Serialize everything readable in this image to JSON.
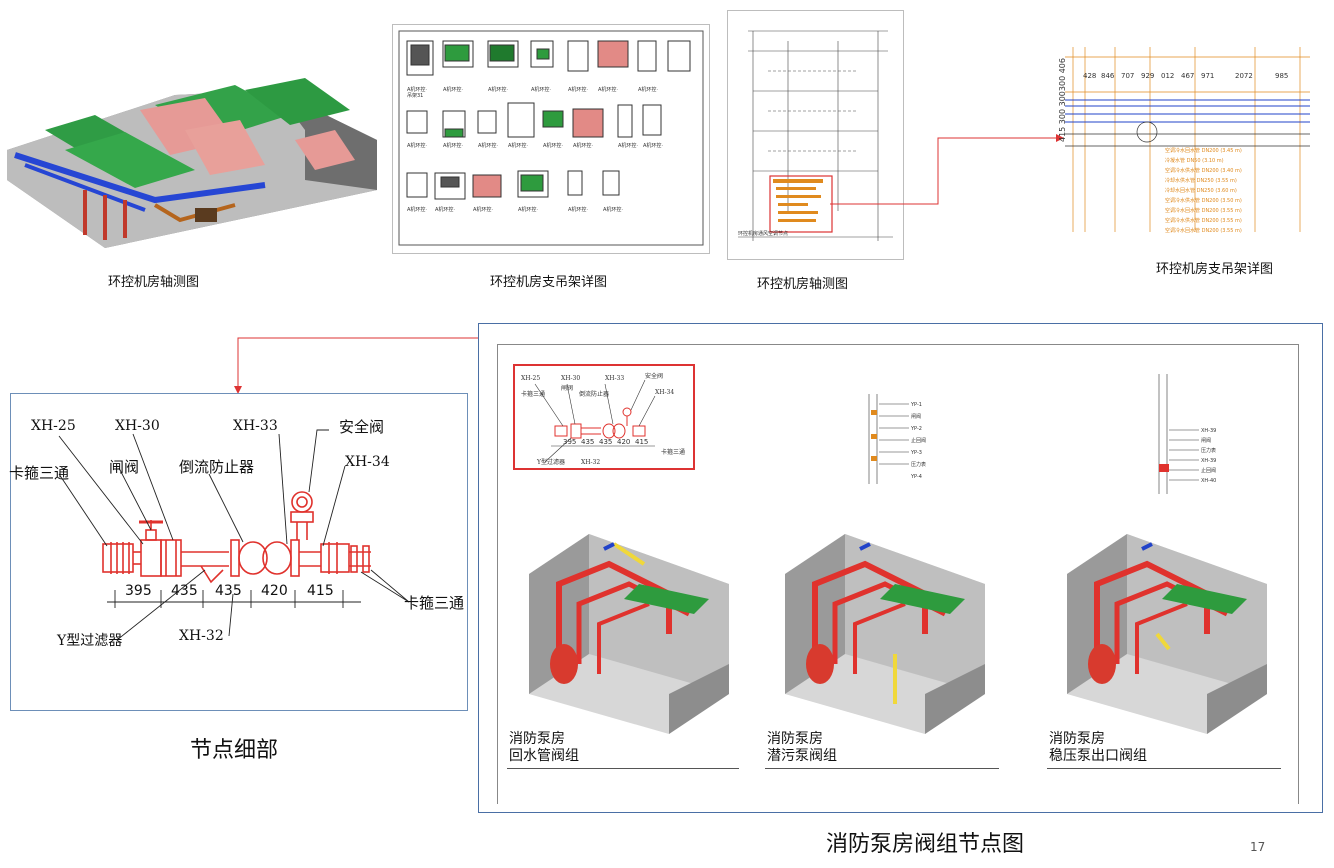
{
  "top_captions": [
    "环控机房轴测图",
    "环控机房支吊架详图",
    "环控机房轴测图",
    "环控机房支吊架详图"
  ],
  "detail": {
    "title": "节点细部",
    "labels": {
      "xh25": "XH-25",
      "xh30": "XH-30",
      "xh33": "XH-33",
      "safety_valve": "安全阀",
      "xh34": "XH-34",
      "clamp_tee_left": "卡箍三通",
      "gate_valve": "闸阀",
      "backflow": "倒流防止器",
      "clamp_tee_right": "卡箍三通",
      "y_filter": "Y型过滤器",
      "xh32": "XH-32"
    },
    "dimensions": [
      "395",
      "435",
      "435",
      "420",
      "415"
    ]
  },
  "pump_room": {
    "title": "消防泵房阀组节点图",
    "panels": [
      {
        "line1": "消防泵房",
        "line2": "回水管阀组"
      },
      {
        "line1": "消防泵房",
        "line2": "潜污泵阀组"
      },
      {
        "line1": "消防泵房",
        "line2": "稳压泵出口阀组"
      }
    ],
    "mini_dimensions": [
      "395",
      "435",
      "435",
      "420",
      "415"
    ]
  },
  "page_number": "17",
  "colors": {
    "red": "#e0322d",
    "green": "#1f9a3a",
    "pink": "#e88a85",
    "blue": "#2243c9",
    "frame_blue": "#4a6fa5",
    "orange": "#e08a1e"
  }
}
